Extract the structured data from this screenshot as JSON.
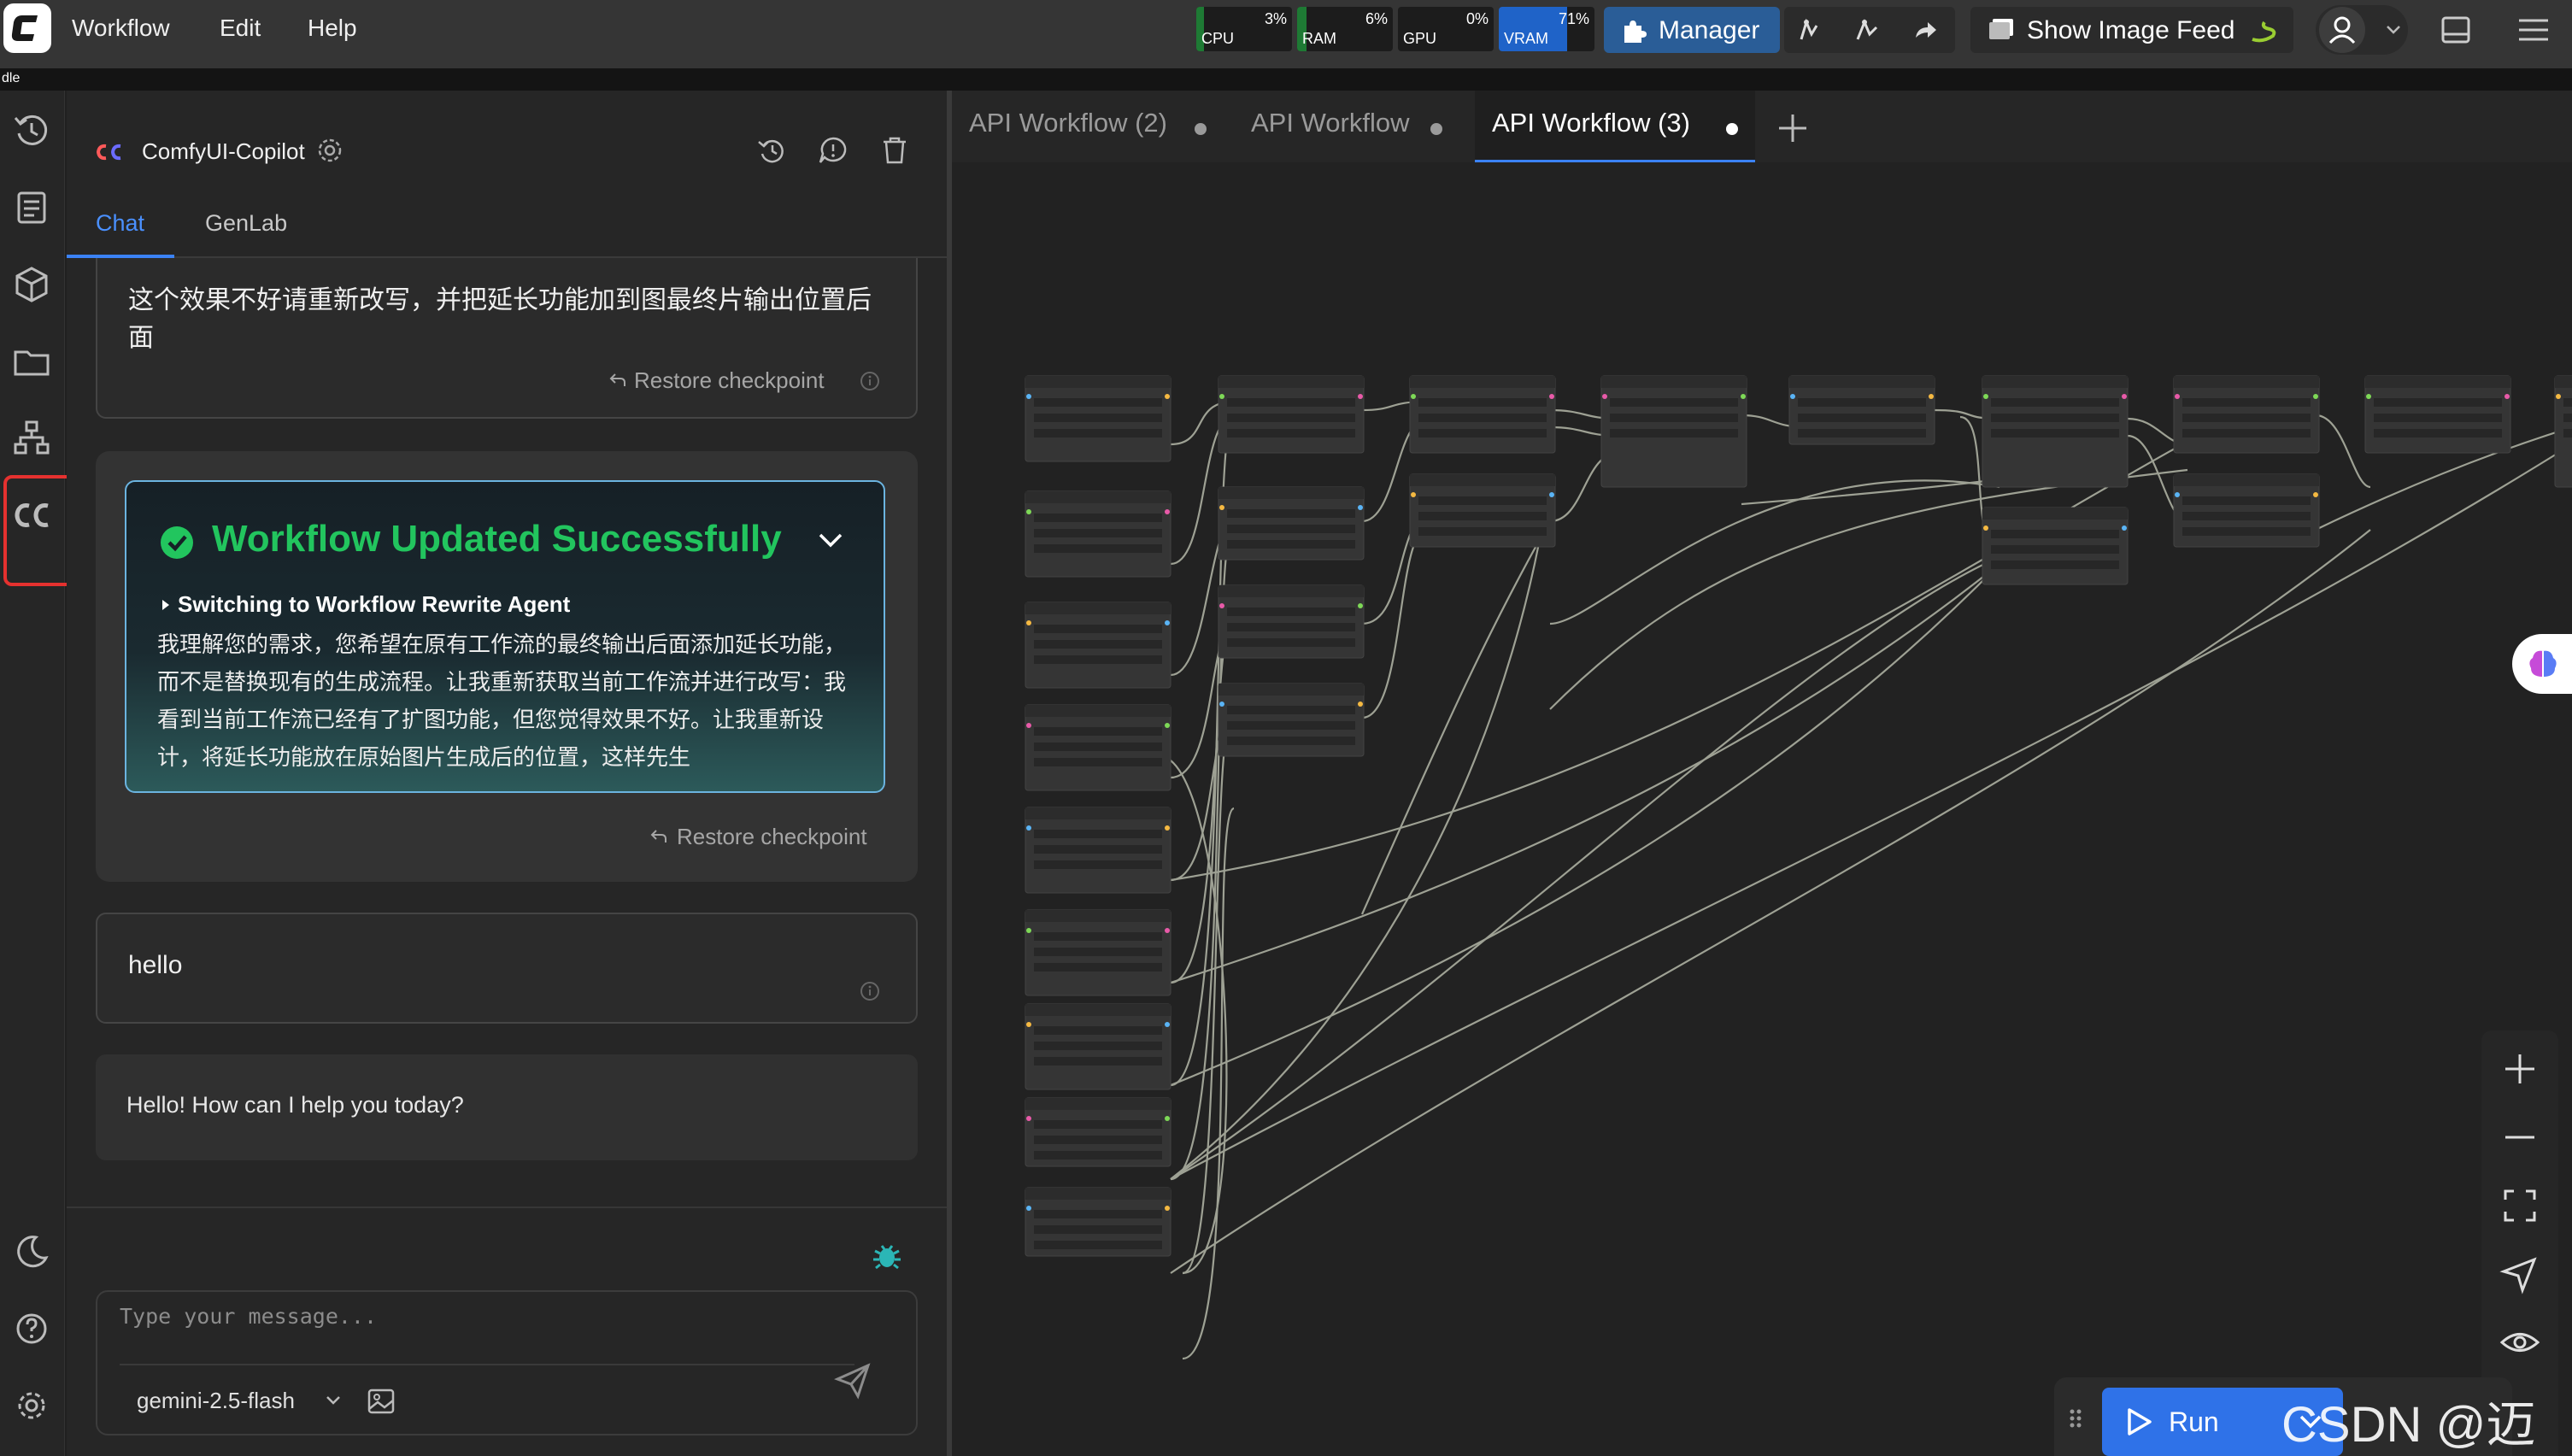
{
  "app": {
    "menu": [
      "Workflow",
      "Edit",
      "Help"
    ],
    "status_strip": "dle"
  },
  "meters": [
    {
      "label": "CPU",
      "percent": "3%",
      "value": 3
    },
    {
      "label": "RAM",
      "percent": "6%",
      "value": 6
    },
    {
      "label": "GPU",
      "percent": "0%",
      "value": 0
    },
    {
      "label": "VRAM",
      "percent": "71%",
      "value": 71
    }
  ],
  "toolbar": {
    "manager_label": "Manager",
    "image_feed_label": "Show Image Feed"
  },
  "panel": {
    "title": "ComfyUI-Copilot",
    "logo_text": "cc",
    "tabs": [
      "Chat",
      "GenLab"
    ],
    "messages": {
      "user_1": "这个效果不好请重新改写，并把延长功能加到图最终片输出位置后面",
      "restore_label": "Restore checkpoint",
      "success_title": "Workflow Updated Successfully",
      "agent_switch": "Switching to Workflow Rewrite Agent",
      "agent_body": "我理解您的需求，您希望在原有工作流的最终输出后面添加延长功能，而不是替换现有的生成流程。让我重新获取当前工作流并进行改写：我看到当前工作流已经有了扩图功能，但您觉得效果不好。让我重新设计，将延长功能放在原始图片生成后的位置，这样先生",
      "user_2": "hello",
      "assistant_reply": "Hello! How can I help you today?"
    },
    "input": {
      "placeholder": "Type your message...",
      "model": "gemini-2.5-flash"
    }
  },
  "canvas": {
    "tabs": [
      {
        "label": "API Workflow (2)",
        "active": false
      },
      {
        "label": "API Workflow",
        "active": false
      },
      {
        "label": "API Workflow (3)",
        "active": true
      }
    ],
    "run_label": "Run",
    "watermark": "CSDN @迈火"
  },
  "colors": {
    "accent_blue": "#2f72e8",
    "success_green": "#22c55e",
    "highlight_red": "#e5312f",
    "meter_green": "#1e7a34",
    "meter_blue": "#1f63c8"
  }
}
